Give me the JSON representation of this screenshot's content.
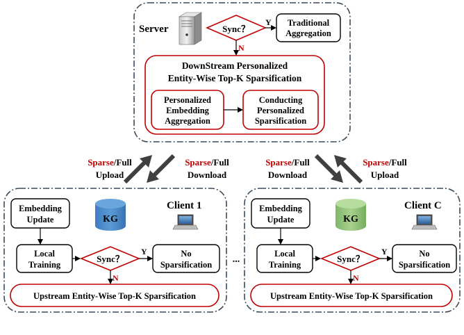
{
  "server": {
    "label": "Server",
    "sync_label": "Sync？",
    "yes_label": "Y",
    "no_label": "N",
    "traditional_line1": "Traditional",
    "traditional_line2": "Aggregation",
    "downstream_line1": "DownStream Personalized",
    "downstream_line2": "Entity-Wise Top-K Sparsification",
    "embed_agg_line1": "Personalized",
    "embed_agg_line2": "Embedding",
    "embed_agg_line3": "Aggregation",
    "conduct_line1": "Conducting",
    "conduct_line2": "Personalized",
    "conduct_line3": "Sparsification"
  },
  "transfers": {
    "left_upload": {
      "sparse": "Sparse",
      "rest": "/Full",
      "line2": "Upload"
    },
    "left_download": {
      "sparse": "Sparse",
      "rest": "/Full",
      "line2": "Download"
    },
    "right_download": {
      "sparse": "Sparse",
      "rest": "/Full",
      "line2": "Download"
    },
    "right_upload": {
      "sparse": "Sparse",
      "rest": "/Full",
      "line2": "Upload"
    }
  },
  "client1": {
    "label": "Client 1",
    "kg": "KG",
    "embedding_line1": "Embedding",
    "embedding_line2": "Update",
    "local_line1": "Local",
    "local_line2": "Training",
    "sync_label": "Sync？",
    "yes_label": "Y",
    "no_label": "N",
    "nosparse_line1": "No",
    "nosparse_line2": "Sparsification",
    "upstream": "Upstream Entity-Wise Top-K Sparsification"
  },
  "clientc": {
    "label": "Client C",
    "kg": "KG",
    "embedding_line1": "Embedding",
    "embedding_line2": "Update",
    "local_line1": "Local",
    "local_line2": "Training",
    "sync_label": "Sync？",
    "yes_label": "Y",
    "no_label": "N",
    "nosparse_line1": "No",
    "nosparse_line2": "Sparsification",
    "upstream": "Upstream Entity-Wise Top-K Sparsification"
  },
  "ellipsis": "...",
  "colors": {
    "red_border": "#c00000",
    "kg_client1": "#4a86c8",
    "kg_clientc": "#93c47d",
    "dashed_border": "#3a4a5a",
    "arrow_gray": "#404040"
  }
}
